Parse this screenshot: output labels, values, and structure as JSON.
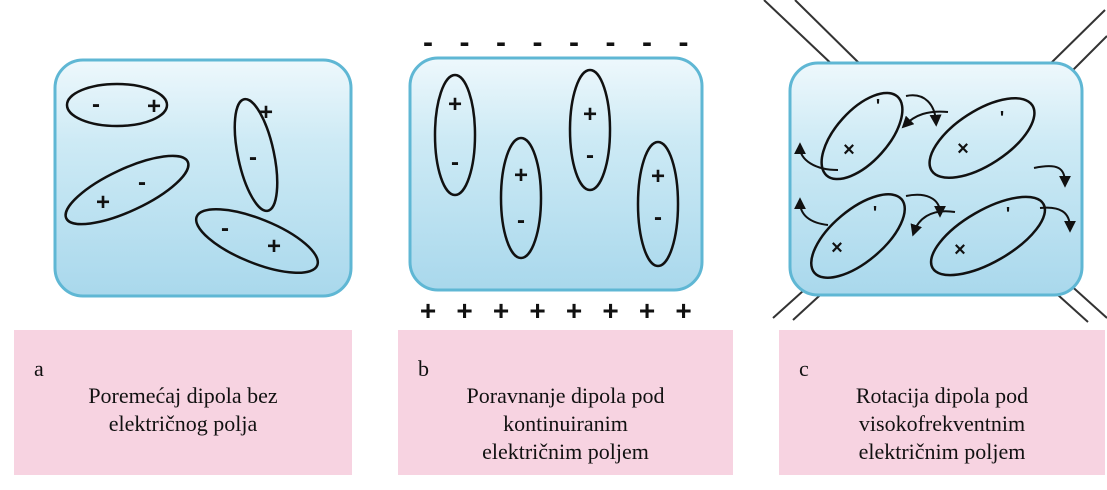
{
  "panels": [
    {
      "letter": "a",
      "caption": [
        "Poremećaj dipola bez",
        "električnog polja"
      ]
    },
    {
      "letter": "b",
      "caption": [
        "Poravnanje dipola pod",
        "kontinuiranim",
        "električnim poljem"
      ],
      "plate_top_sign": "-",
      "plate_bottom_sign": "+",
      "plate_sign_count": 8
    },
    {
      "letter": "c",
      "caption": [
        "Rotacija dipola pod",
        "visokofrekventnim",
        "električnim poljem"
      ]
    }
  ],
  "colors": {
    "box_fill_light": "#eaf6fb",
    "box_fill_dark": "#a8d8ec",
    "box_border": "#5fb7d4",
    "caption_bg": "#f7d3e1"
  }
}
